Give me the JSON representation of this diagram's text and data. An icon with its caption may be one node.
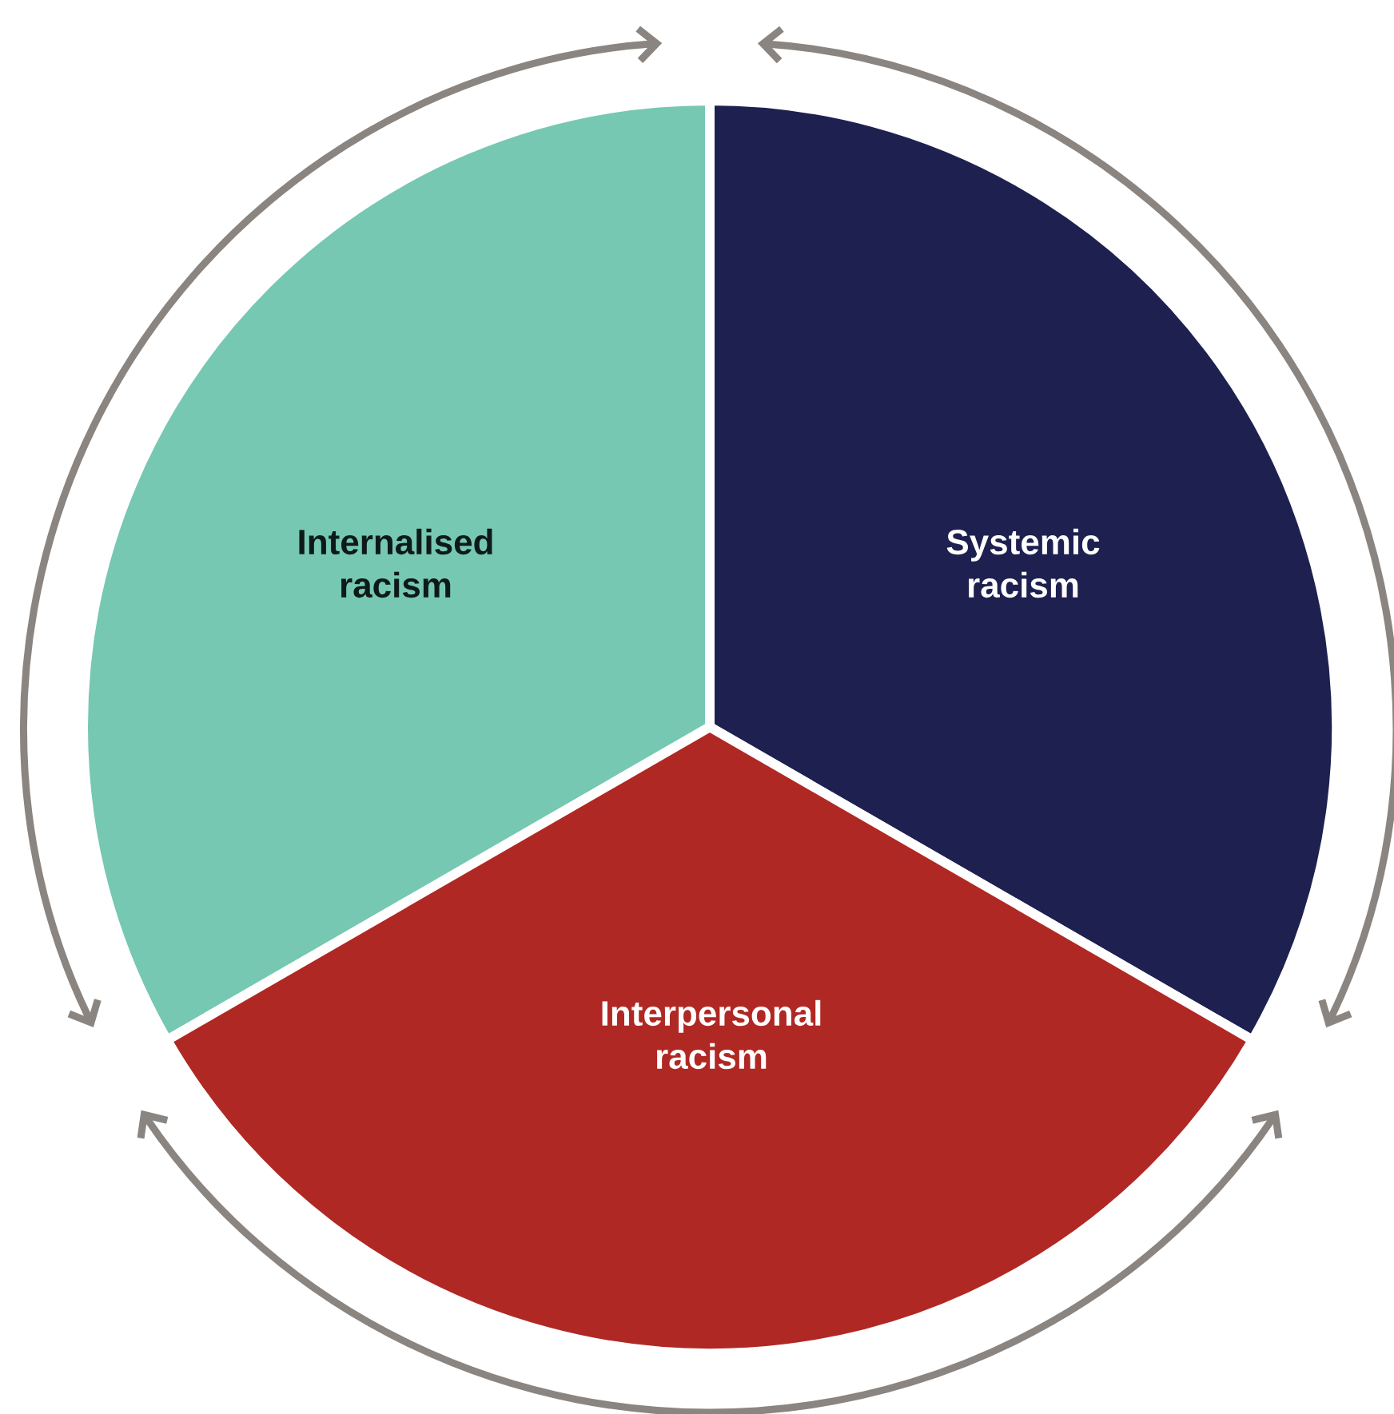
{
  "diagram": {
    "nodes": [
      {
        "text": [
          "Internalised racism"
        ]
      },
      {
        "text": [
          "Systemic racism"
        ]
      },
      {
        "text": [
          "Interpersonal racism"
        ]
      }
    ]
  }
}
